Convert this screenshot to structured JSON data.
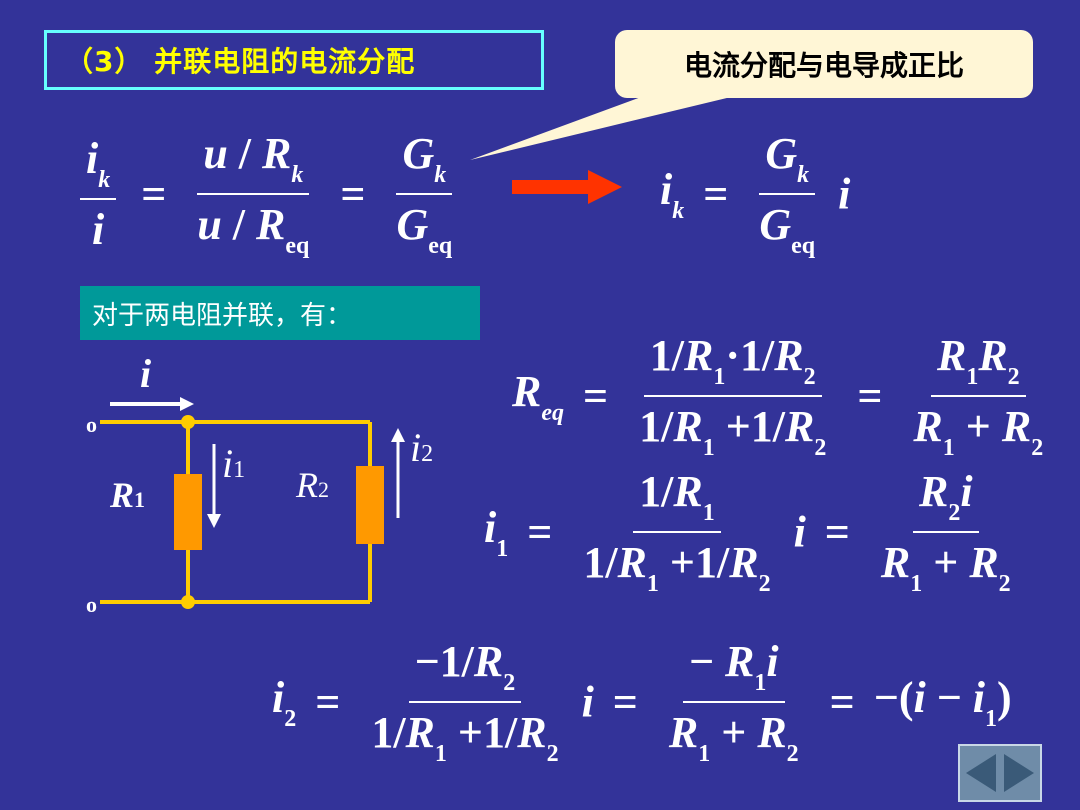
{
  "title": "（3）  并联电阻的电流分配",
  "callout": "电流分配与电导成正比",
  "section_label": "对于两电阻并联，有：",
  "circuit": {
    "current_i": "i",
    "current_i1": "i",
    "current_i1_sub": "1",
    "current_i2": "i",
    "current_i2_sub": "2",
    "r1": "R",
    "r1_sub": "1",
    "r2": "R",
    "r2_sub": "2",
    "terminal_top": "o",
    "terminal_bottom": "o"
  },
  "colors": {
    "background": "#333399",
    "title_text": "#ffff00",
    "title_border": "#66ffff",
    "wire": "#ffcc00",
    "resistor": "#ff9900",
    "arrow": "#ff3300",
    "label_bg": "#009999"
  },
  "navigation": {
    "prev_icon": "prev-arrow-icon",
    "next_icon": "next-arrow-icon"
  }
}
